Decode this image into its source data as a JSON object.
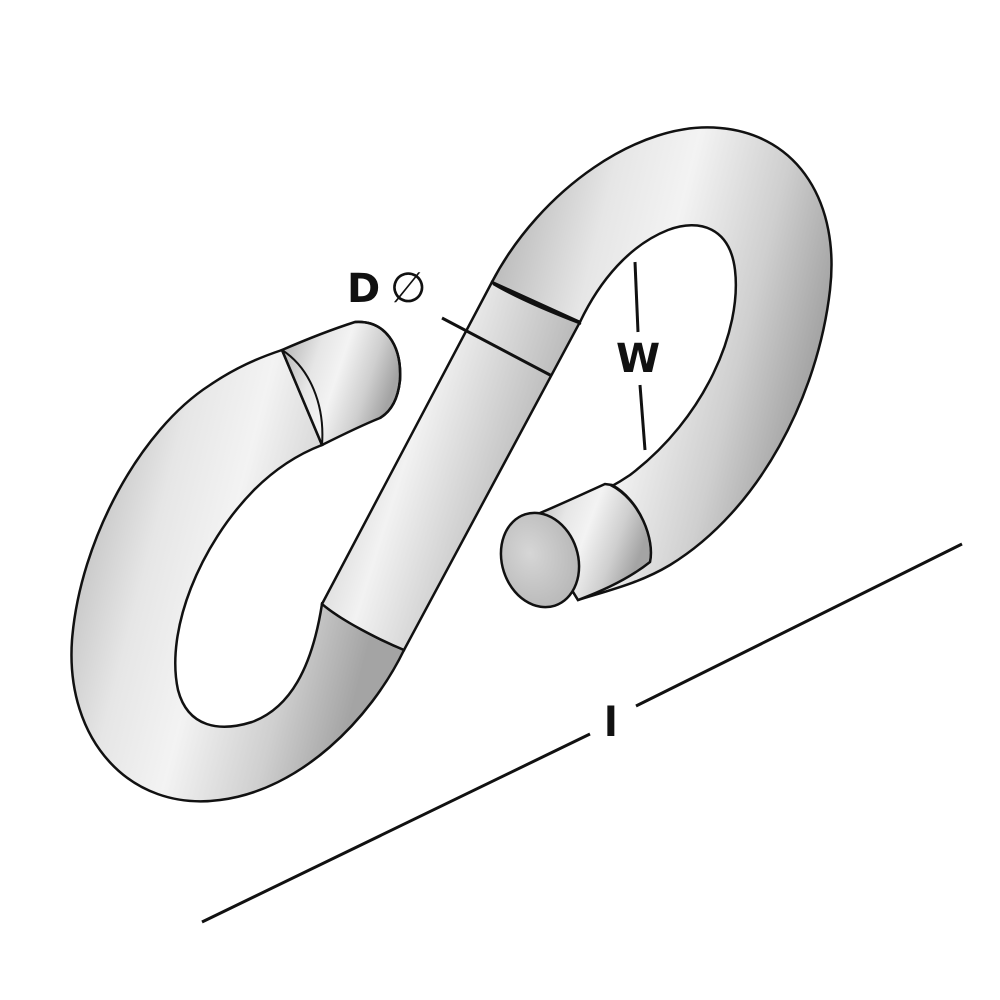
{
  "diagram": {
    "part": "s-hook",
    "labels": {
      "diameter_letter": "D",
      "diameter_symbol": "∅",
      "width": "W",
      "length": "l"
    },
    "colors": {
      "body": "#d8d8d8",
      "body_shadow": "#a9a9a9",
      "body_highlight": "#f4f4f4",
      "outline": "#111111",
      "cap_face": "#c6c6c6"
    }
  }
}
